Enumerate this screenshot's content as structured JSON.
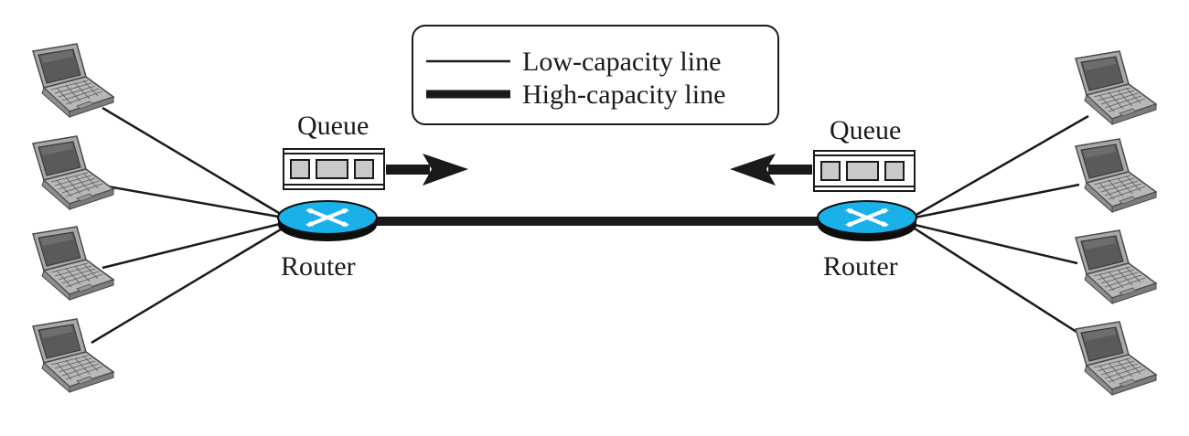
{
  "legend": {
    "low_capacity_label": "Low-capacity line",
    "high_capacity_label": "High-capacity line"
  },
  "left": {
    "queue_label": "Queue",
    "router_label": "Router",
    "computers": 4
  },
  "right": {
    "queue_label": "Queue",
    "router_label": "Router",
    "computers": 4
  },
  "colors": {
    "router_fill": "#1ab0e8",
    "router_base": "#0d0d0d",
    "laptop_body": "#a8a8a8",
    "laptop_dark": "#6a6a6a",
    "line": "#1a1a1a",
    "queue_packet": "#c9c9c9"
  },
  "icons": [
    "laptop-icon",
    "router-icon",
    "arrow-right-icon",
    "arrow-left-icon"
  ]
}
